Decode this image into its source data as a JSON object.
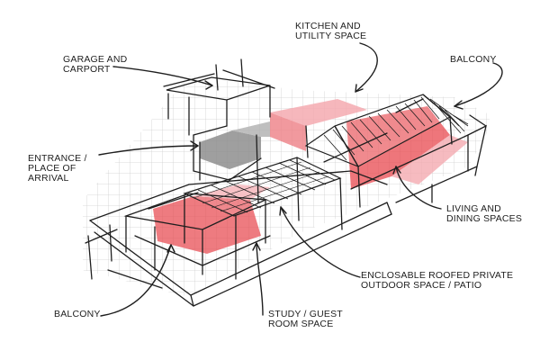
{
  "diagram": {
    "labels": {
      "kitchen": "KITCHEN AND\nUTILITY SPACE",
      "garage": "GARAGE AND\nCARPORT",
      "balcony_top": "BALCONY",
      "entrance": "ENTRANCE /\nPLACE OF\nARRIVAL",
      "living": "LIVING AND\nDINING SPACES",
      "patio": "ENCLOSABLE ROOFED PRIVATE\nOUTDOOR SPACE / PATIO",
      "balcony_bottom": "BALCONY",
      "study": "STUDY / GUEST\nROOM SPACE"
    },
    "colors": {
      "ink": "#1e1e1e",
      "accent_red": "#e8484f",
      "accent_light": "#f4aab0",
      "shade_gray": "#8e8e8e",
      "grid": "#cfcfcf"
    }
  }
}
